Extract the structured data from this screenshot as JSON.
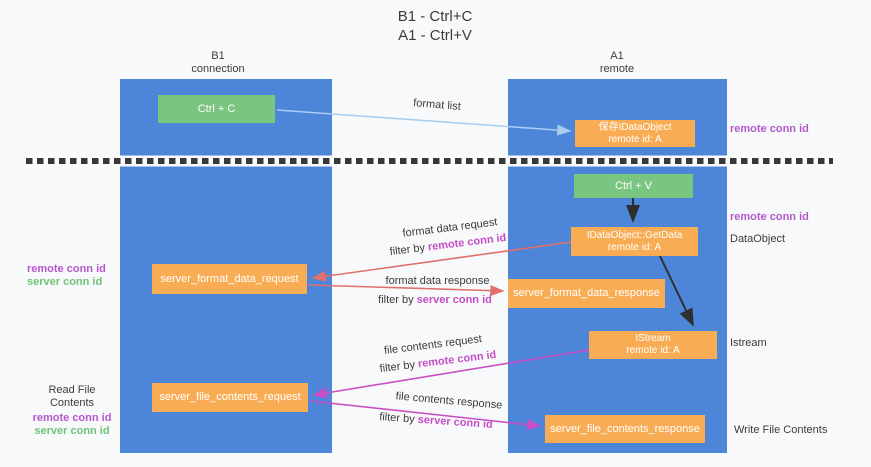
{
  "title": {
    "line1": "B1 - Ctrl+C",
    "line2": "A1 - Ctrl+V"
  },
  "lanes": {
    "left": {
      "title": "B1",
      "subtitle": "connection"
    },
    "right": {
      "title": "A1",
      "subtitle": "remote"
    }
  },
  "boxes": {
    "ctrl_c": {
      "label": "Ctrl + C"
    },
    "save_idataobject": {
      "line1": "保存IDataObject",
      "line2": "remote id: A"
    },
    "ctrl_v": {
      "label": "Ctrl + V"
    },
    "getdata": {
      "line1": "IDataObject::GetData",
      "line2": "remote id: A"
    },
    "server_format_data_request": {
      "label": "server_format_data_request"
    },
    "server_format_data_response": {
      "label": "server_format_data_response"
    },
    "istream": {
      "line1": "IStream",
      "line2": "remote id: A"
    },
    "server_file_contents_request": {
      "label": "server_file_contents_request"
    },
    "server_file_contents_response": {
      "label": "server_file_contents_response"
    }
  },
  "side_labels": {
    "remote_conn_id_top": "remote conn id",
    "remote_conn_id_mid": "remote conn id",
    "dataobject": "DataObject",
    "istream": "Istream",
    "write_file_contents": "Write File Contents",
    "read_file_contents": "Read File Contents",
    "left_remote_conn_id": "remote conn id",
    "left_server_conn_id": "server conn id",
    "bottom_remote_conn_id": "remote conn id",
    "bottom_server_conn_id": "server conn id"
  },
  "arrow_labels": {
    "format_list": "format list",
    "format_data_request": "format data request",
    "format_data_response": "format data response",
    "file_contents_request": "file contents request",
    "file_contents_response": "file contents response",
    "filter_by": "filter by ",
    "remote_conn_id": "remote conn id",
    "server_conn_id": "server conn id"
  },
  "colors": {
    "background": "#f8f9fa",
    "lane_blue": "#4d85d8",
    "box_orange": "#f8ad55",
    "box_green": "#7ac57f",
    "text_dark": "#3b3b3b",
    "purple_label": "#b558cb",
    "magenta_label": "#c44ec6",
    "green_label": "#6fc378",
    "arrow_red": "#e0706c",
    "arrow_magenta": "#ca4ec5",
    "arrow_lightblue": "#a8cdf1",
    "arrow_black": "#2f2f2f",
    "dash_line": "#383838"
  }
}
